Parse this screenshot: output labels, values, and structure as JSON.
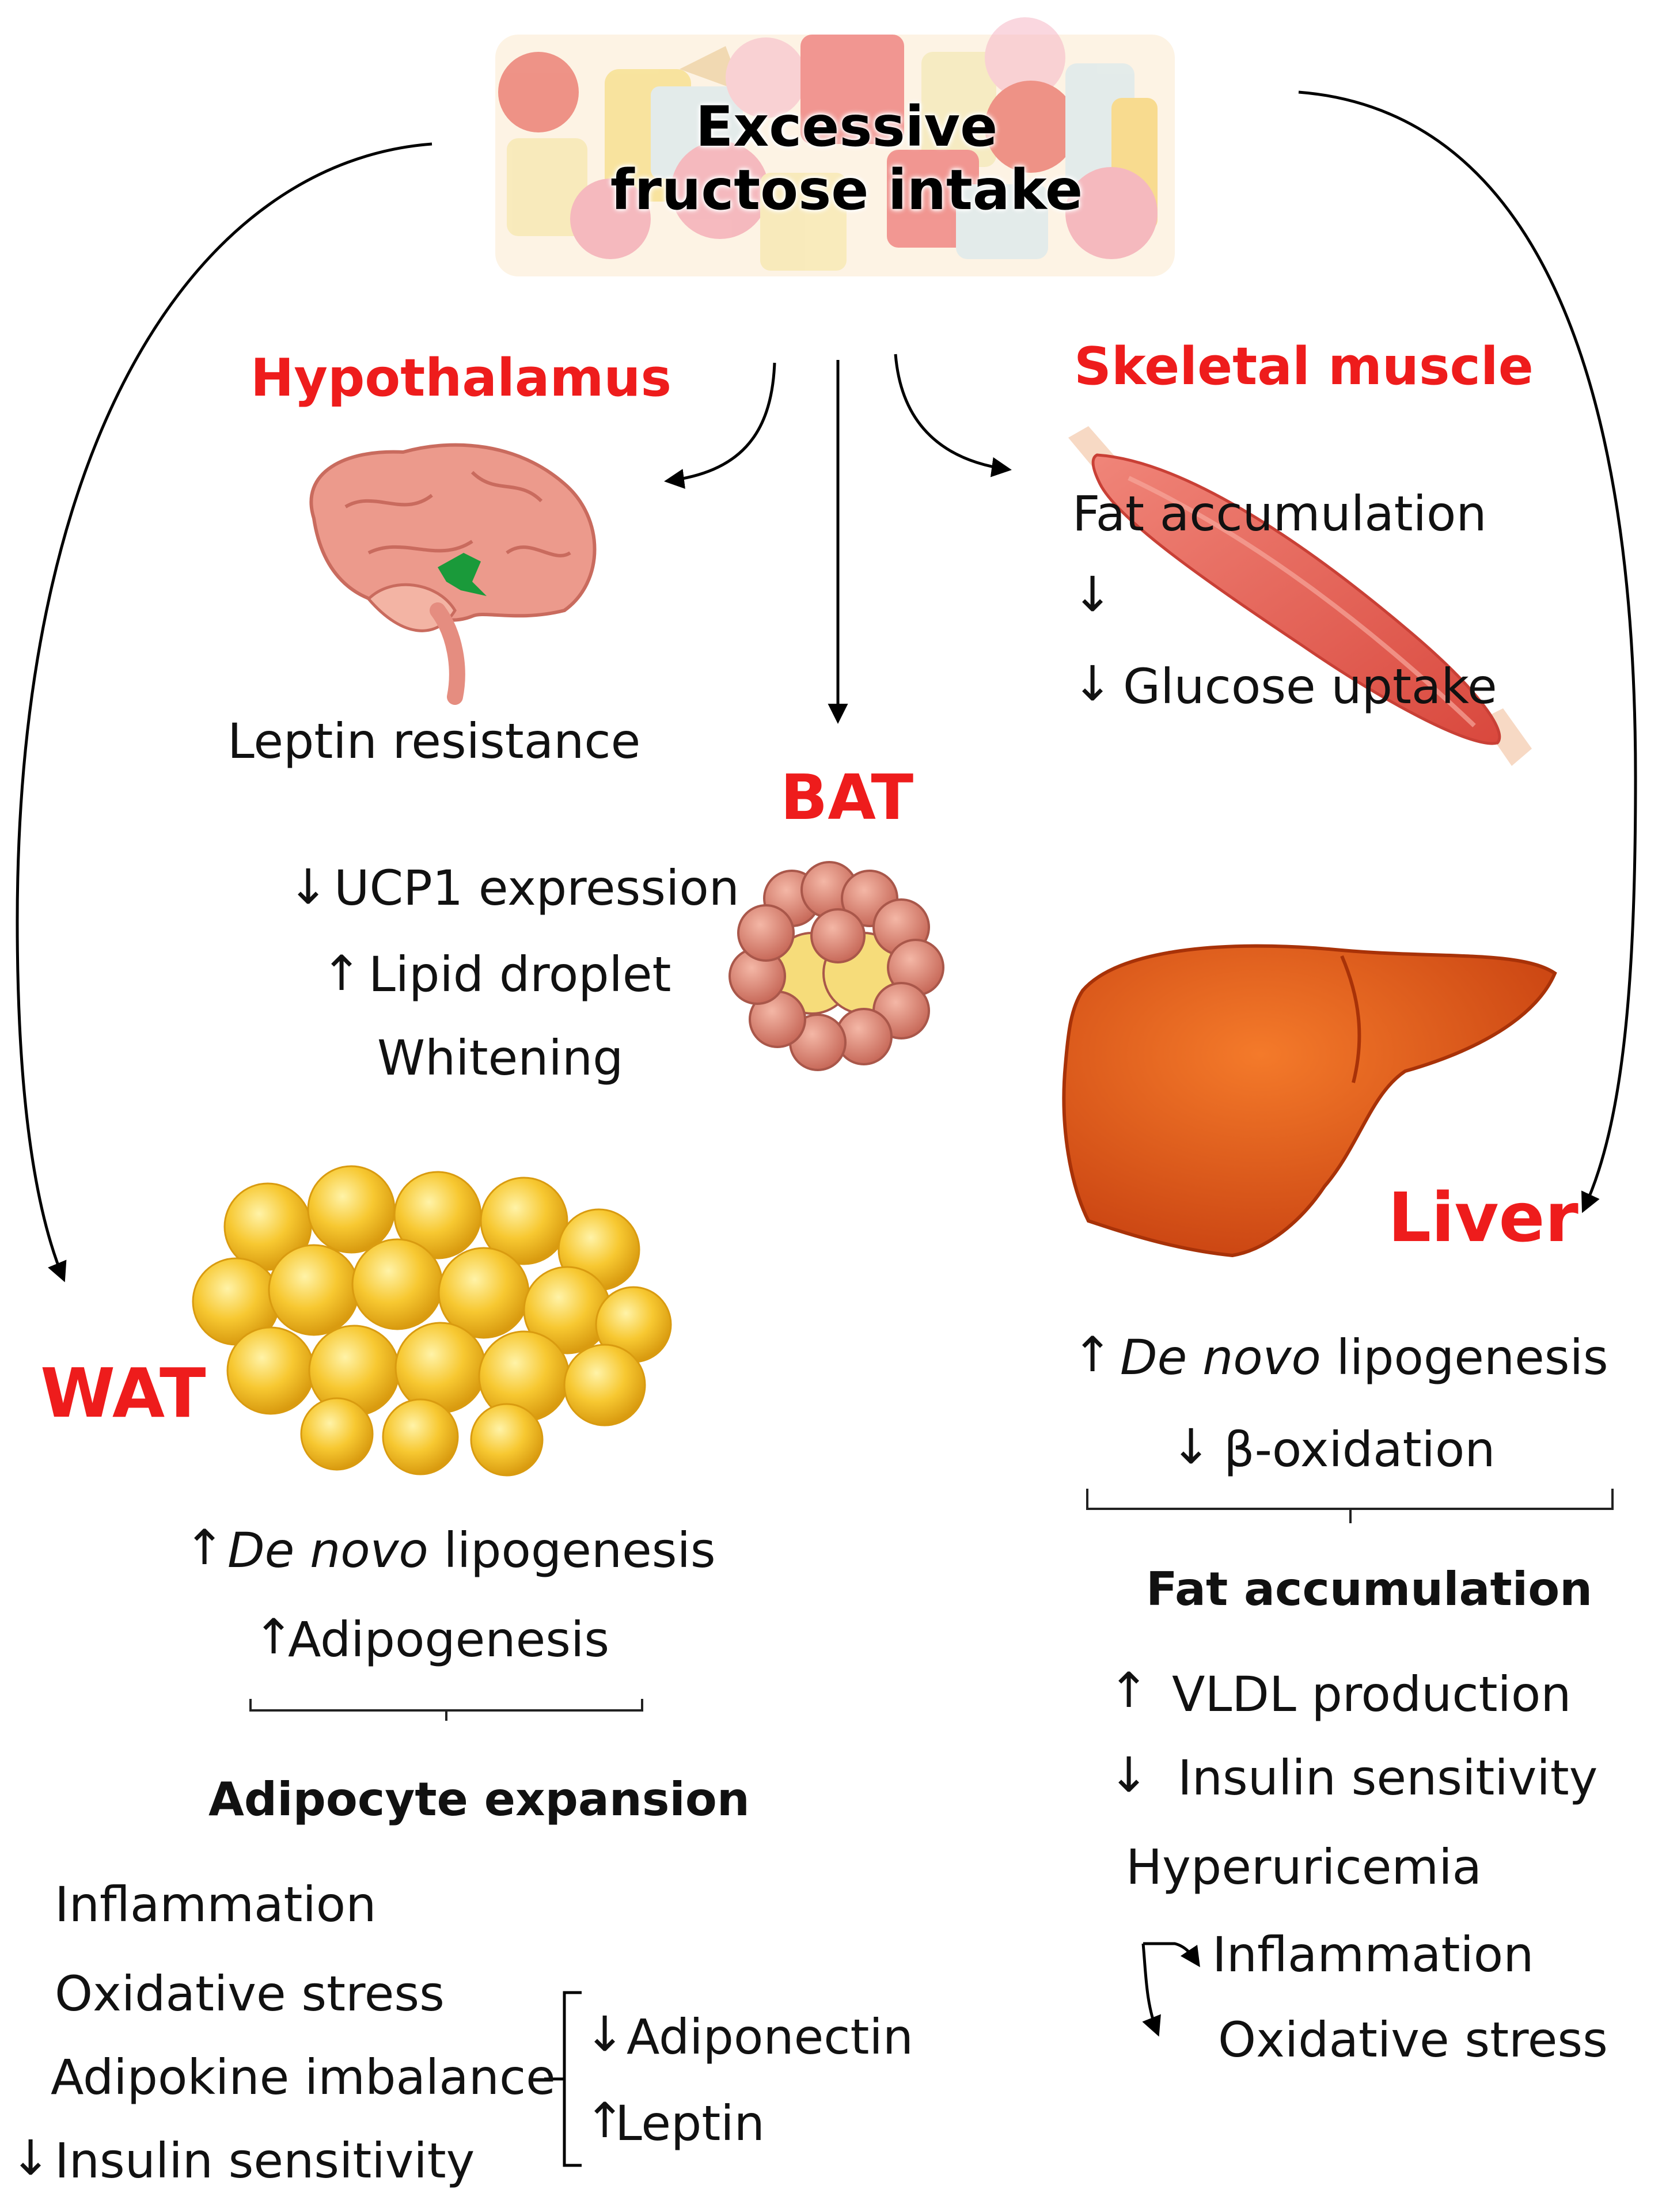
{
  "banner": {
    "line1": "Excessive",
    "line2": "fructose intake"
  },
  "hypothalamus": {
    "title": "Hypothalamus",
    "effect": "Leptin resistance"
  },
  "bat": {
    "title": "BAT",
    "effects": [
      {
        "arrow": "↓",
        "text": "UCP1 expression"
      },
      {
        "arrow": "↑",
        "text": "Lipid droplet"
      },
      {
        "arrow": "",
        "text": "Whitening"
      }
    ]
  },
  "skeletal_muscle": {
    "title": "Skeletal muscle",
    "effect1": "Fat accumulation",
    "arrow_between": "↓",
    "effect2_arrow": "↓",
    "effect2": "Glucose uptake"
  },
  "wat": {
    "title": "WAT",
    "effects": [
      {
        "arrow": "↑",
        "italic": "De novo",
        "text": " lipogenesis"
      },
      {
        "arrow": "↑",
        "italic": "",
        "text": "Adipogenesis"
      }
    ],
    "summary": "Adipocyte expansion",
    "consequences": [
      "Inflammation",
      "Oxidative stress",
      "Adipokine imbalance"
    ],
    "insulin": {
      "arrow": "↓",
      "text": "Insulin sensitivity"
    },
    "adipokines": [
      {
        "arrow": "↓",
        "text": "Adiponectin"
      },
      {
        "arrow": "↑",
        "text": "Leptin"
      }
    ]
  },
  "liver": {
    "title": "Liver",
    "effects": [
      {
        "arrow": "↑",
        "italic": "De novo",
        "text": " lipogenesis"
      },
      {
        "arrow": "↓",
        "italic": "",
        "text": "β-oxidation"
      }
    ],
    "summary": "Fat accumulation",
    "consequences": [
      {
        "arrow": "↑",
        "text": "VLDL production"
      },
      {
        "arrow": "↓",
        "text": "Insulin sensitivity"
      },
      {
        "arrow": "",
        "text": "Hyperuricemia"
      }
    ],
    "hyperuricemia_effects": [
      "Inflammation",
      "Oxidative stress"
    ]
  },
  "colors": {
    "title_red": "#ee1c1c",
    "fat_yellow": "#f4c21f",
    "liver_orange": "#e2561a",
    "muscle_red": "#e25a4f",
    "bat_pink": "#e08a7a",
    "brain_pink": "#ec9a8c",
    "hypothalamus_green": "#1a9a3a"
  }
}
